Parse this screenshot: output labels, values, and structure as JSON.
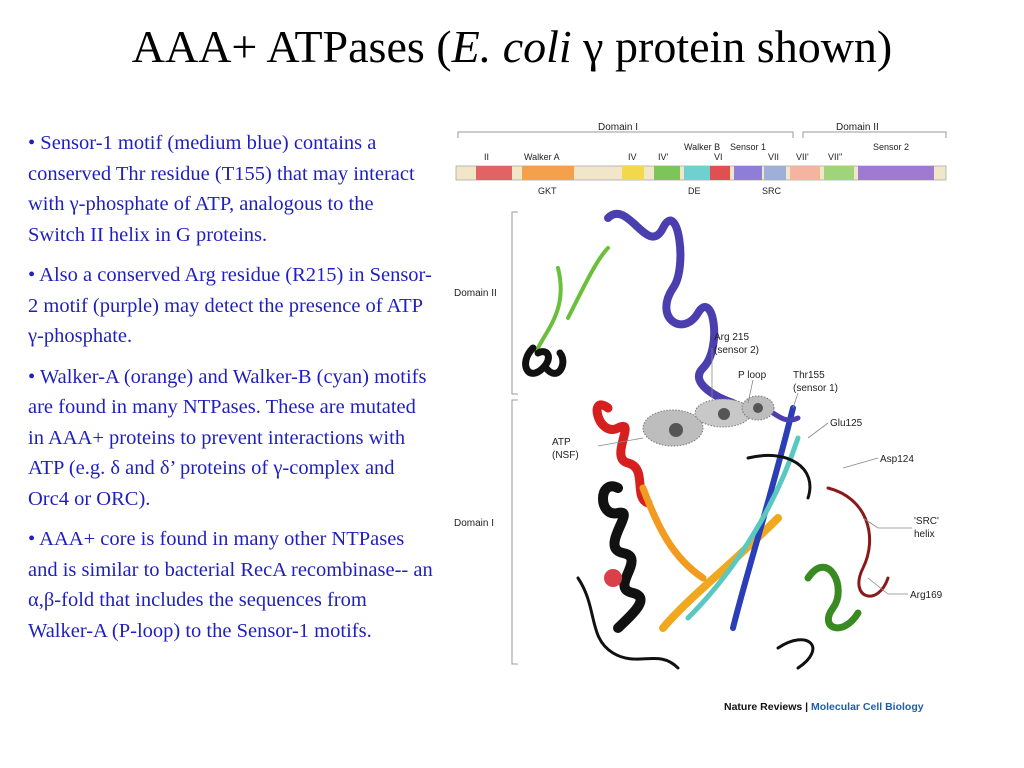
{
  "slide": {
    "title_main": "AAA+ ATPases (",
    "title_species": "E. coli",
    "title_rest": " γ protein shown)"
  },
  "bullets": [
    "•  Sensor-1 motif (medium blue) contains a conserved Thr residue (T155) that may interact with γ-phosphate of ATP, analogous to the Switch II helix in G proteins.",
    "•  Also a conserved Arg residue (R215) in Sensor-2 motif (purple) may detect the presence of ATP γ-phosphate.",
    "•  Walker-A (orange) and Walker-B (cyan) motifs are found in many NTPases.  These are mutated in AAA+ proteins to prevent interactions with ATP (e.g. δ and δ’ proteins of γ-complex and Orc4 or ORC).",
    "•  AAA+ core is found in many other NTPases and is similar to bacterial RecA recombinase-- an α,β-fold that includes the sequences from Walker-A (P-loop) to the Sensor-1 motifs."
  ],
  "figure": {
    "domain_i_top": "Domain I",
    "domain_ii_top": "Domain II",
    "segments": [
      {
        "label": "II",
        "color": "#e06464"
      },
      {
        "label": "Walker A",
        "color": "#f5a04a"
      },
      {
        "label": "IV",
        "color": "#f2d84a"
      },
      {
        "label": "IV'",
        "color": "#7dc45a"
      },
      {
        "label": "Walker B",
        "color": "#6fd0d0"
      },
      {
        "label": "VI",
        "color": "#e05050"
      },
      {
        "label": "Sensor 1",
        "color": "#8e7ed8"
      },
      {
        "label": "VII",
        "color": "#9fb0d8"
      },
      {
        "label": "VII'",
        "color": "#f5b4a0"
      },
      {
        "label": "VII''",
        "color": "#9fd47a"
      },
      {
        "label": "Sensor 2",
        "color": "#a07ad0"
      }
    ],
    "sub_labels": {
      "gkt": "GKT",
      "de": "DE",
      "src": "SRC"
    },
    "side_labels": {
      "domain_ii": "Domain II",
      "domain_i": "Domain I"
    },
    "callouts": {
      "arg215_line1": "Arg 215",
      "arg215_line2": "(sensor 2)",
      "ploop": "P loop",
      "thr155_line1": "Thr155",
      "thr155_line2": "(sensor 1)",
      "glu125": "Glu125",
      "atp_line1": "ATP",
      "atp_line2": "(NSF)",
      "asp124": "Asp124",
      "src_line1": "'SRC'",
      "src_line2": "helix",
      "arg169": "Arg169"
    },
    "credit_journal": "Nature Reviews",
    "credit_sep": " | ",
    "credit_section": "Molecular Cell Biology",
    "credit_color": "#1f5fa8"
  }
}
